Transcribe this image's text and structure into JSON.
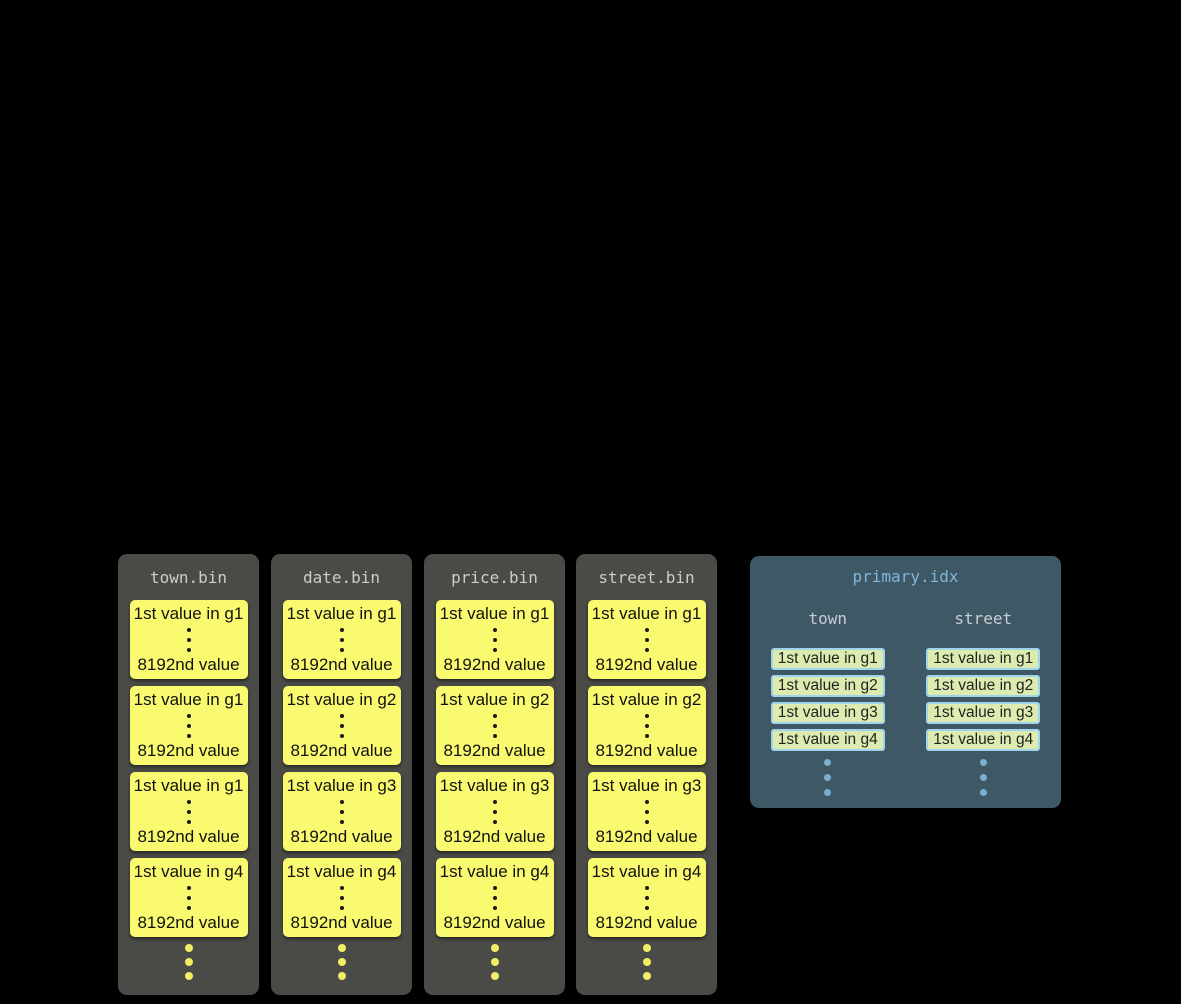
{
  "bin_files": [
    {
      "title": "town.bin",
      "blocks": [
        {
          "first": "1st value in g1",
          "last": "8192nd value"
        },
        {
          "first": "1st value in g1",
          "last": "8192nd value"
        },
        {
          "first": "1st value in g1",
          "last": "8192nd value"
        },
        {
          "first": "1st value in g4",
          "last": "8192nd value"
        }
      ]
    },
    {
      "title": "date.bin",
      "blocks": [
        {
          "first": "1st value in g1",
          "last": "8192nd value"
        },
        {
          "first": "1st value in g2",
          "last": "8192nd value"
        },
        {
          "first": "1st value in g3",
          "last": "8192nd value"
        },
        {
          "first": "1st value in g4",
          "last": "8192nd value"
        }
      ]
    },
    {
      "title": "price.bin",
      "blocks": [
        {
          "first": "1st value in g1",
          "last": "8192nd value"
        },
        {
          "first": "1st value in g2",
          "last": "8192nd value"
        },
        {
          "first": "1st value in g3",
          "last": "8192nd value"
        },
        {
          "first": "1st value in g4",
          "last": "8192nd value"
        }
      ]
    },
    {
      "title": "street.bin",
      "blocks": [
        {
          "first": "1st value in g1",
          "last": "8192nd value"
        },
        {
          "first": "1st value in g2",
          "last": "8192nd value"
        },
        {
          "first": "1st value in g3",
          "last": "8192nd value"
        },
        {
          "first": "1st value in g4",
          "last": "8192nd value"
        }
      ]
    }
  ],
  "index_file": {
    "title": "primary.idx",
    "columns": [
      {
        "name": "town",
        "entries": [
          "1st value in g1",
          "1st value in g2",
          "1st value in g3",
          "1st value in g4"
        ]
      },
      {
        "name": "street",
        "entries": [
          "1st value in g1",
          "1st value in g2",
          "1st value in g3",
          "1st value in g4"
        ]
      }
    ]
  },
  "colors": {
    "background": "#000000",
    "bin_column_bg": "#4a4a47",
    "bin_title_text": "#cccccc",
    "granule_block_bg": "#fafa70",
    "granule_block_text": "#111111",
    "ellipsis_dot_yellow": "#f1ee66",
    "index_panel_bg": "#3f5866",
    "index_title_text": "#7fb6da",
    "index_header_text": "#c7ced2",
    "index_entry_bg": "#dcecb0",
    "index_entry_border": "#a0d4ea",
    "index_entry_text": "#222222",
    "ellipsis_dot_blue": "#7bafd0"
  }
}
